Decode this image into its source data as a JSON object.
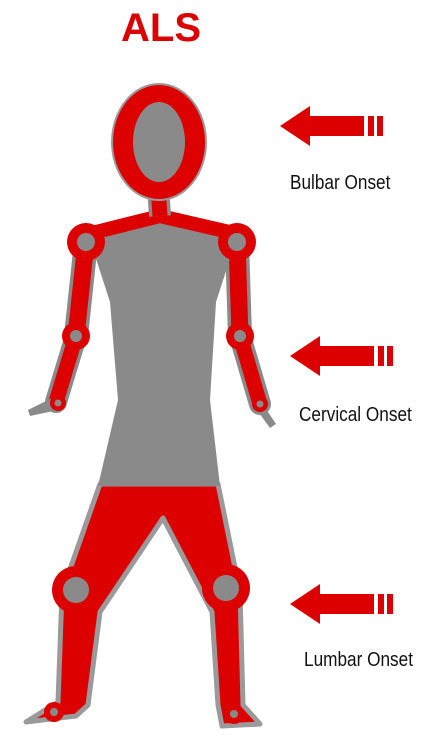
{
  "title": "ALS",
  "colors": {
    "accent": "#dd0000",
    "body_gray": "#8a8a8a",
    "outline_gray": "#9a9a9a"
  },
  "onsets": [
    {
      "label": "Bulbar Onset"
    },
    {
      "label": "Cervical Onset"
    },
    {
      "label": "Lumbar Onset"
    }
  ]
}
